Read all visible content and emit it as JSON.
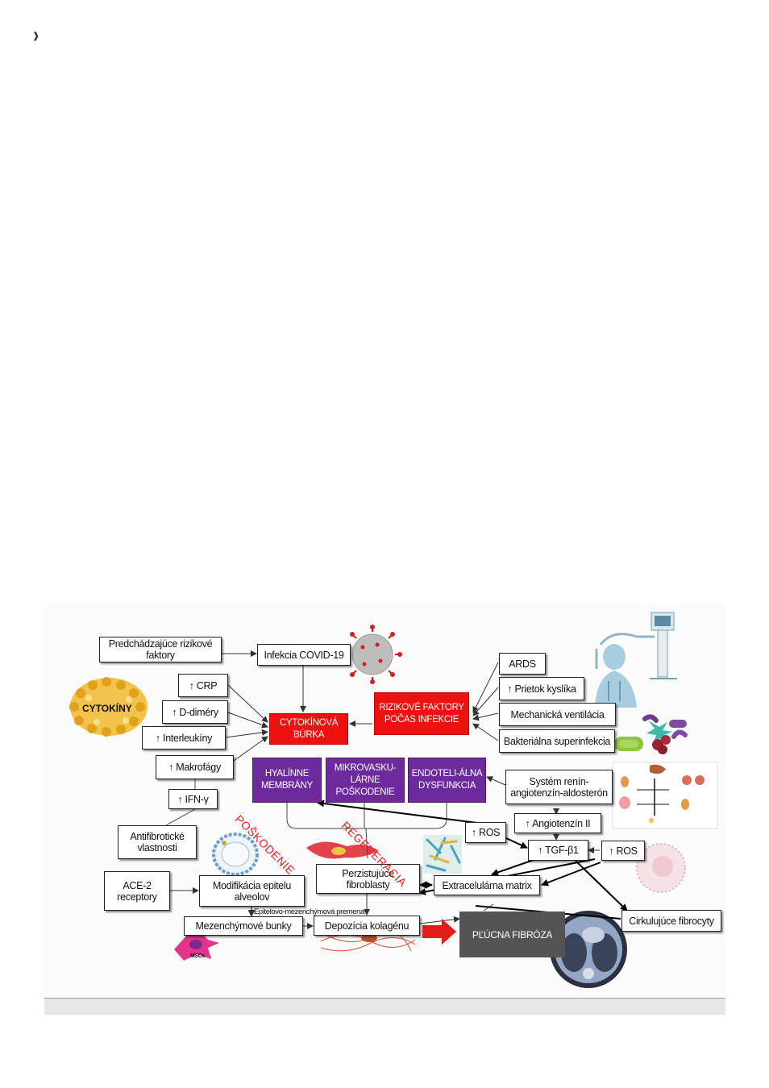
{
  "page_mark": "❱",
  "nodes": {
    "predchadzajuce": "Predchádzajúce rizikové faktory",
    "covid": "Infekcia COVID-19",
    "crp": "↑ CRP",
    "ddimery": "↑ D-diméry",
    "interleukiny": "↑ Interleukíny",
    "makrofagy": "↑ Makrofágy",
    "ifn": "↑ IFN-γ",
    "antifibroticke": "Antifibrotické vlastnosti",
    "cytokiny": "CYTOKÍNY",
    "burka": "CYTOKÍNOVÁ BÚRKA",
    "rizikove": "RIZIKOVÉ FAKTORY POČAS INFEKCIE",
    "ards": "ARDS",
    "prietok": "↑ Prietok kyslíka",
    "ventilacia": "Mechanická ventilácia",
    "superinfekcia": "Bakteriálna superinfekcia",
    "hyalinne": "HYALÍNNE MEMBRÁNY",
    "mikrovaskularne": "MIKROVASKU-LÁRNE POŠKODENIE",
    "endotelialna": "ENDOTELI-ÁLNA DYSFUNKCIA",
    "renin": "Systém renín-angiotenzín-aldosterón",
    "angiotenzin": "↑ Angiotenzín II",
    "ros1": "↑ ROS",
    "ros2": "↑ ROS",
    "tgf": "↑ TGF-β1",
    "ace2": "ACE-2 receptory",
    "modifikacia": "Modifikácia epitelu alveolov",
    "perzistujuce": "Perzistujúce fibroblasty",
    "ecm": "Extracelulárna matrix",
    "fibrocyty": "Cirkulujúce fibrocyty",
    "emt": "Epitelovo-mezenchýmová premena",
    "mezenchymove": "Mezenchýmové bunky",
    "depozicia": "Depozícia kolagénu",
    "fibroza": "PĽÚCNA FIBRÓZA",
    "poskodenie": "POŠKODENIE",
    "regeneracia": "REGENERÁCIA",
    "mscs": "MSCs"
  },
  "colors": {
    "red": "#ee1111",
    "purple": "#6c2a9c",
    "dark": "#545454",
    "arrow_red": "#e41b1b"
  }
}
